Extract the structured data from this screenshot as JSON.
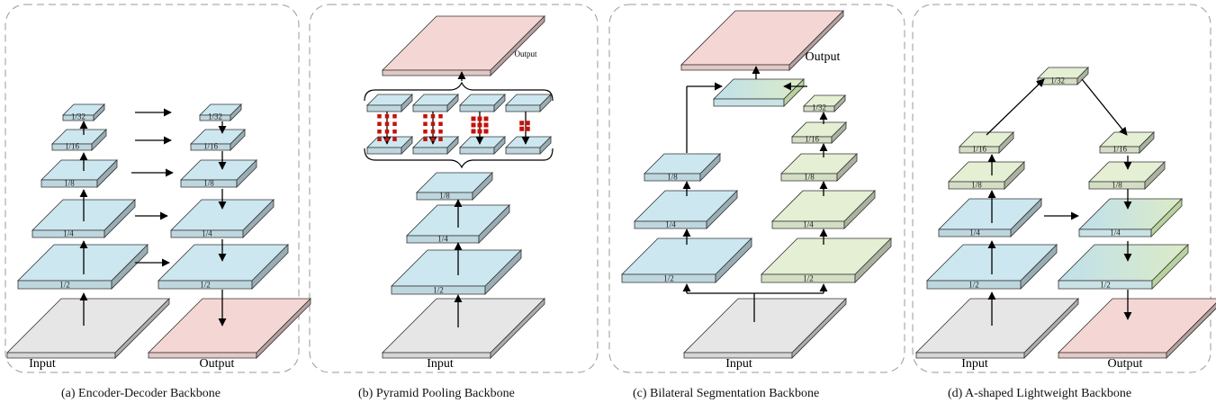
{
  "colors": {
    "blue": "#cce7f0",
    "green": "#e4efd4",
    "gray": "#e6e6e6",
    "pink": "#f4d7d4",
    "pool": "#c3120a",
    "panel_border": "#9a9a9a"
  },
  "panels": [
    {
      "caption": "(a)  Encoder-Decoder Backbone",
      "labels": {
        "input": "Input",
        "output": "Output"
      },
      "left_stack": [
        "1/2",
        "1/4",
        "1/8",
        "1/16",
        "1/32"
      ],
      "right_stack": [
        "1/2",
        "1/4",
        "1/8",
        "1/16",
        "1/32"
      ]
    },
    {
      "caption": "(b) Pyramid Pooling Backbone",
      "labels": {
        "input": "Input",
        "output": "Output"
      },
      "stack": [
        "1/2",
        "1/4",
        "1/8"
      ]
    },
    {
      "caption": "(c) Bilateral Segmentation Backbone",
      "labels": {
        "input": "Input",
        "output": "Output"
      },
      "left_stack": [
        "1/2",
        "1/4",
        "1/8"
      ],
      "right_stack": [
        "1/2",
        "1/4",
        "1/8",
        "1/16",
        "1/32"
      ]
    },
    {
      "caption": "(d) A-shaped Lightweight Backbone",
      "labels": {
        "input": "Input",
        "output": "Output"
      },
      "left_stack": [
        "1/2",
        "1/4",
        "1/8",
        "1/16"
      ],
      "top": "1/32",
      "right_stack": [
        "1/2",
        "1/4",
        "1/8",
        "1/16"
      ]
    }
  ]
}
